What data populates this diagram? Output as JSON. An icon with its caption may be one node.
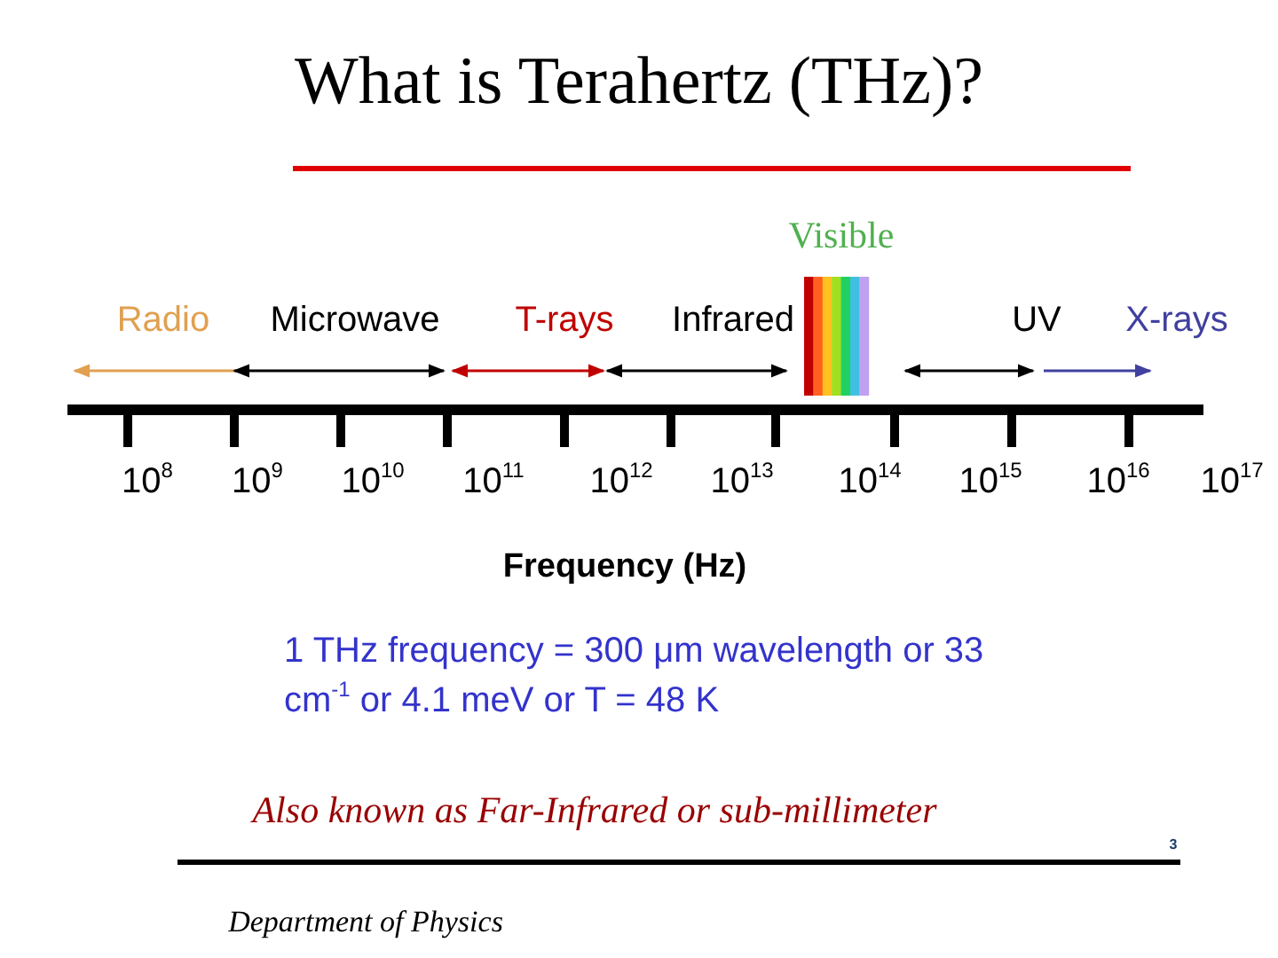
{
  "diagram": {
    "title": "What is Terahertz (THz)?",
    "labels": [
      "Visible",
      "Radio",
      "Microwave",
      "T-rays",
      "Infrared",
      "UV",
      "X-rays",
      "10$^{8}$",
      "10$^{9}$",
      "10$^{10}$",
      "10$^{11}$",
      "10$^{12}$",
      "10$^{13}$",
      "10$^{14}$",
      "10$^{15}$",
      "10$^{16}$",
      "10$^{17}$",
      "Frequency (Hz)",
      "1 THz frequency = 300 μm wavelength or 33 cm$^{-1}$ or 4.1 meV or T = 48 K",
      "Also known as Far-Infrared or sub-millimeter",
      "3",
      "Department of Physics"
    ]
  }
}
